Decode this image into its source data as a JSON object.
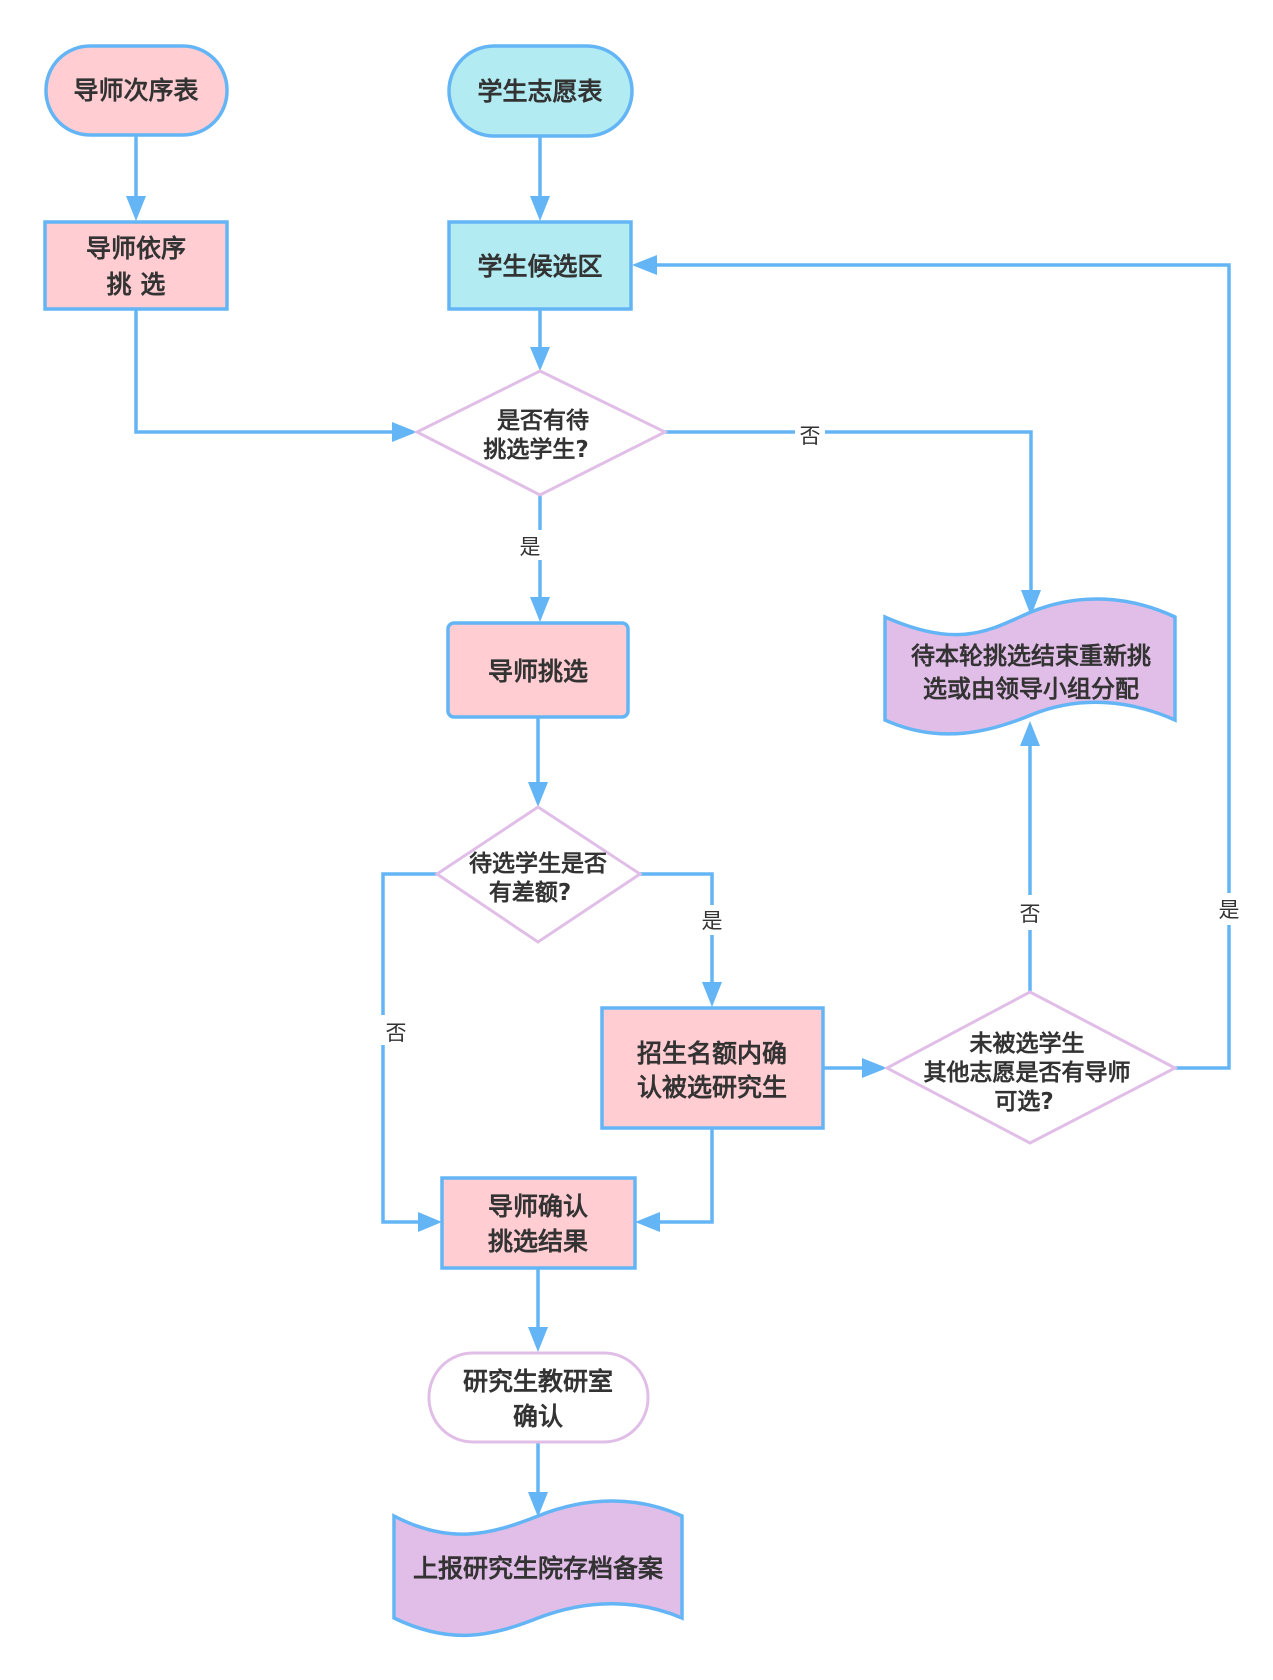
{
  "diagram": {
    "type": "flowchart",
    "colors": {
      "edge": "#64b5f6",
      "pink_fill": "#ffcdd2",
      "cyan_fill": "#b2ebf2",
      "purple_fill": "#e1bee7",
      "purple_stroke": "#e1bee7",
      "blue_stroke": "#64b5f6",
      "white_fill": "#ffffff",
      "text": "#333333"
    },
    "nodes": {
      "mentor_order_table": {
        "shape": "terminator",
        "lines": [
          "导师次序表"
        ]
      },
      "mentor_sequential_pick": {
        "shape": "process",
        "lines": [
          "导师依序",
          "挑 选"
        ]
      },
      "student_preference_table": {
        "shape": "terminator",
        "lines": [
          "学生志愿表"
        ]
      },
      "student_candidate_pool": {
        "shape": "process",
        "lines": [
          "学生候选区"
        ]
      },
      "decision_students_remaining": {
        "shape": "decision",
        "lines": [
          "是否有待",
          "挑选学生?"
        ]
      },
      "mentor_pick": {
        "shape": "process",
        "lines": [
          "导师挑选"
        ]
      },
      "decision_quota_available": {
        "shape": "decision",
        "lines": [
          "待选学生是否",
          "有差额?"
        ]
      },
      "confirm_within_quota": {
        "shape": "process",
        "lines": [
          "招生名额内确",
          "认被选研究生"
        ]
      },
      "decision_other_preferences": {
        "shape": "decision",
        "lines": [
          "未被选学生",
          "其他志愿是否有导师",
          "可选?"
        ]
      },
      "wait_reassign": {
        "shape": "document",
        "lines": [
          "待本轮挑选结束重新挑",
          "选或由领导小组分配"
        ]
      },
      "mentor_confirm_result": {
        "shape": "process",
        "lines": [
          "导师确认",
          "挑选结果"
        ]
      },
      "office_confirm": {
        "shape": "terminator",
        "lines": [
          "研究生教研室",
          "确认"
        ]
      },
      "report_archive": {
        "shape": "document",
        "lines": [
          "上报研究生院存档备案"
        ]
      }
    },
    "edges": [
      {
        "from": "mentor_order_table",
        "to": "mentor_sequential_pick",
        "label": ""
      },
      {
        "from": "student_preference_table",
        "to": "student_candidate_pool",
        "label": ""
      },
      {
        "from": "mentor_sequential_pick",
        "to": "decision_students_remaining",
        "label": ""
      },
      {
        "from": "student_candidate_pool",
        "to": "decision_students_remaining",
        "label": ""
      },
      {
        "from": "decision_students_remaining",
        "to": "mentor_pick",
        "label": "是"
      },
      {
        "from": "decision_students_remaining",
        "to": "wait_reassign",
        "label": "否"
      },
      {
        "from": "mentor_pick",
        "to": "decision_quota_available",
        "label": ""
      },
      {
        "from": "decision_quota_available",
        "to": "confirm_within_quota",
        "label": "是"
      },
      {
        "from": "decision_quota_available",
        "to": "mentor_confirm_result",
        "label": "否"
      },
      {
        "from": "confirm_within_quota",
        "to": "decision_other_preferences",
        "label": ""
      },
      {
        "from": "confirm_within_quota",
        "to": "mentor_confirm_result",
        "label": ""
      },
      {
        "from": "decision_other_preferences",
        "to": "wait_reassign",
        "label": "否"
      },
      {
        "from": "decision_other_preferences",
        "to": "student_candidate_pool",
        "label": "是"
      },
      {
        "from": "mentor_confirm_result",
        "to": "office_confirm",
        "label": ""
      },
      {
        "from": "office_confirm",
        "to": "report_archive",
        "label": ""
      }
    ],
    "edge_labels": {
      "yes": "是",
      "no": "否"
    }
  }
}
